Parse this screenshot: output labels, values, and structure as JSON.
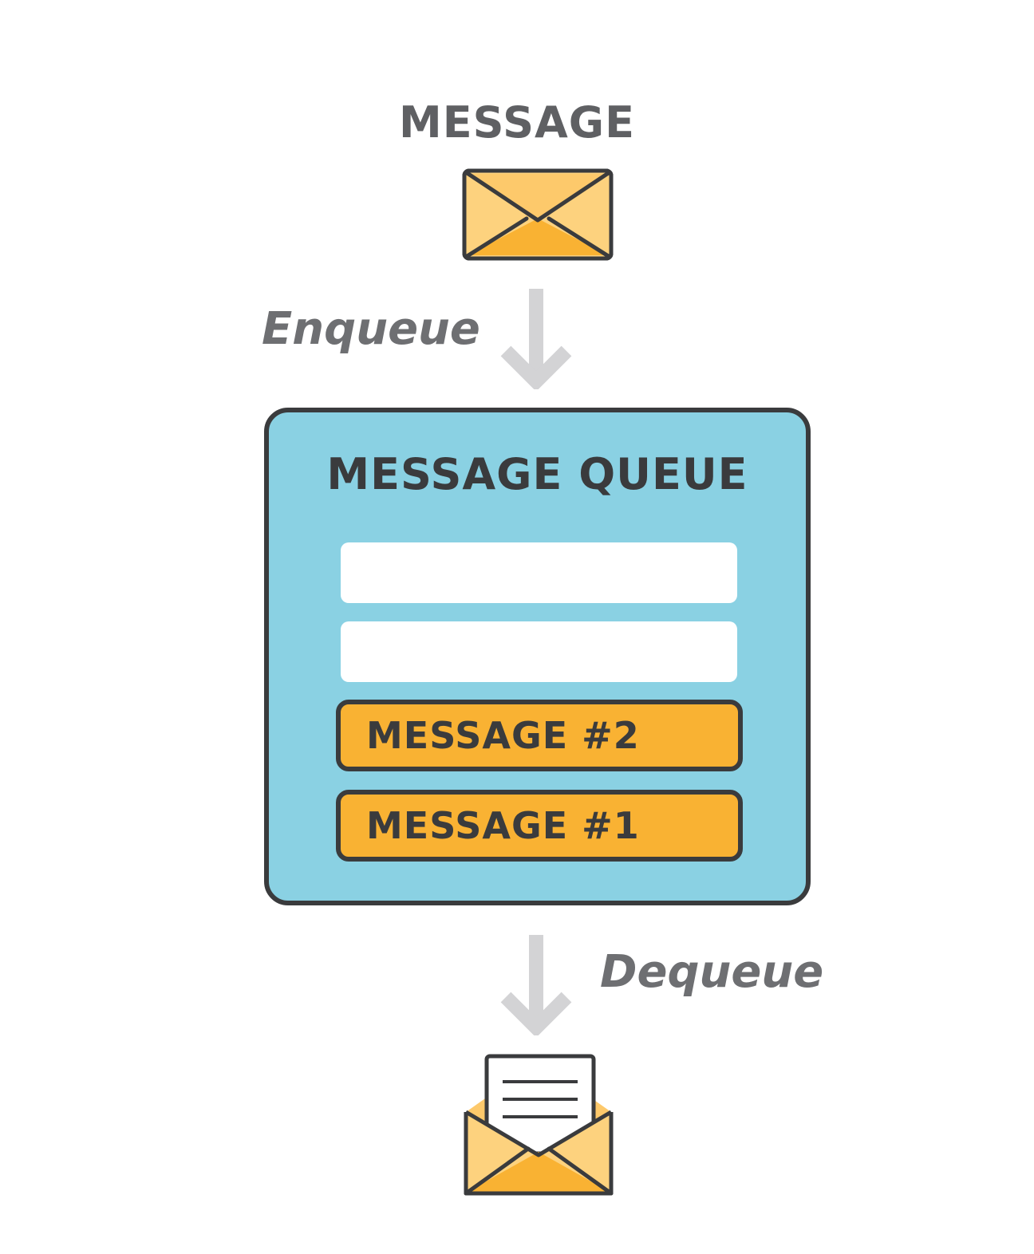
{
  "diagram": {
    "title": "MESSAGE",
    "enqueue_label": "Enqueue",
    "dequeue_label": "Dequeue",
    "queue": {
      "title": "MESSAGE QUEUE",
      "empty_slots": 2,
      "messages": [
        "MESSAGE #2",
        "MESSAGE #1"
      ]
    }
  },
  "colors": {
    "queue_fill": "#8ad1e3",
    "message_fill": "#f9b233",
    "outline": "#3a3b3d",
    "arrow": "#d3d3d5",
    "envelope": "#fdc96b",
    "text_gray": "#5f6063"
  },
  "icons": {
    "top": "envelope-closed-icon",
    "bottom": "envelope-open-letter-icon",
    "arrows": "arrow-down-icon"
  }
}
